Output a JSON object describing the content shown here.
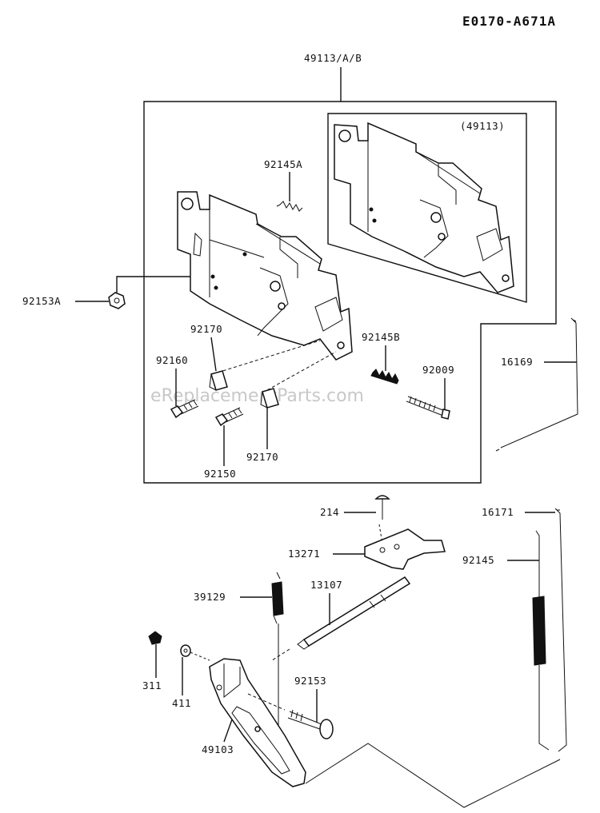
{
  "diagram_code": "E0170-A671A",
  "watermark": "eReplacementParts.com",
  "inset_title": "(49113)",
  "labels": {
    "p49113": "49113/A/B",
    "p92145A": "92145A",
    "p92153A": "92153A",
    "p92170a": "92170",
    "p92160": "92160",
    "p92145B": "92145B",
    "p92009": "92009",
    "p16169": "16169",
    "p92170b": "92170",
    "p92150": "92150",
    "p214": "214",
    "p16171": "16171",
    "p13271": "13271",
    "p92145": "92145",
    "p39129": "39129",
    "p13107": "13107",
    "p311": "311",
    "p411": "411",
    "p92153": "92153",
    "p49103": "49103"
  }
}
